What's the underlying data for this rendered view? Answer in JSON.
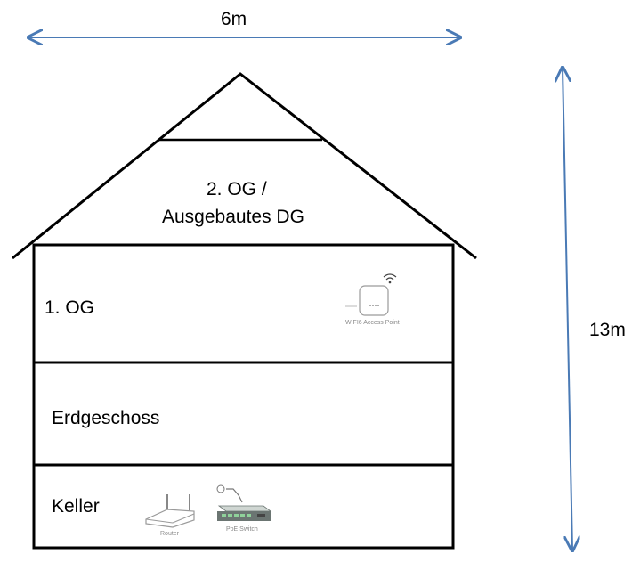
{
  "dimensions": {
    "width_label": "6m",
    "height_label": "13m"
  },
  "floors": {
    "attic_line1": "2. OG /",
    "attic_line2": "Ausgebautes DG",
    "first": "1. OG",
    "ground": "Erdgeschoss",
    "basement": "Keller"
  },
  "devices": {
    "access_point": "WIFI6 Access Point",
    "router": "Router",
    "switch": "PoE Switch"
  },
  "colors": {
    "arrow": "#4a7ab5",
    "outline": "#000000",
    "device_outline": "#9a9a9a",
    "switch_body": "#6b7572",
    "switch_ports": "#8fd19a"
  }
}
